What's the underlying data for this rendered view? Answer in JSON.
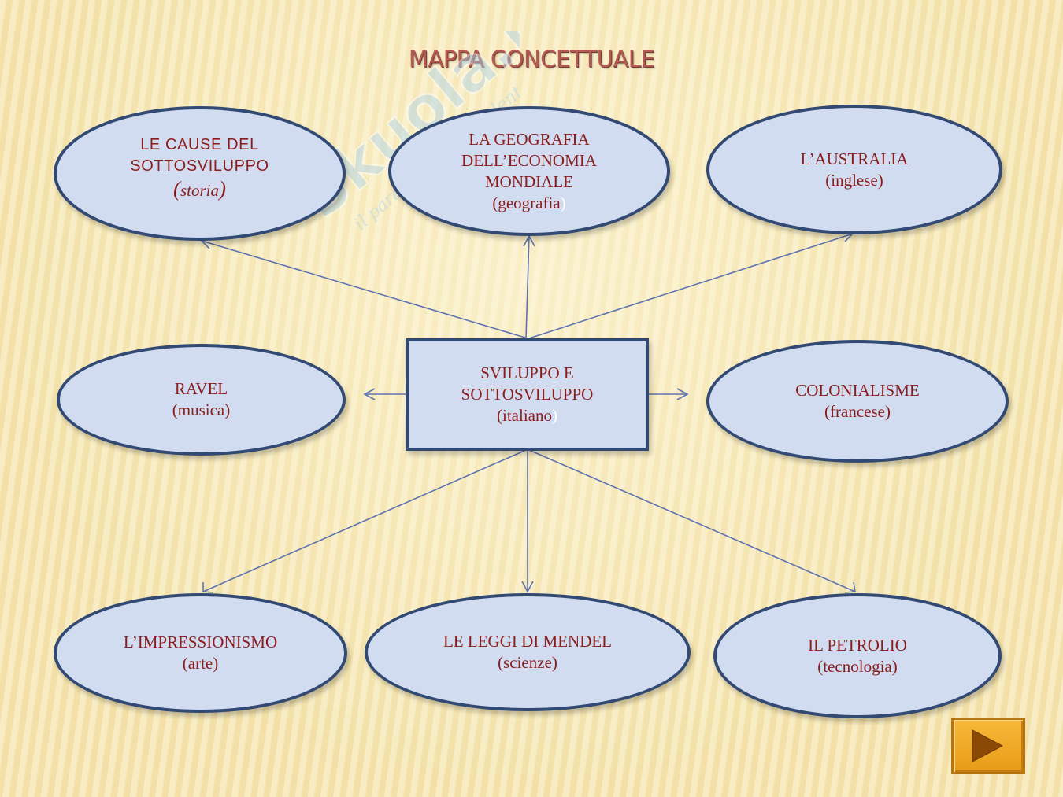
{
  "title": "MAPPA CONCETTUALE",
  "watermark": {
    "brand": "Skuola.net",
    "tagline": "il paradiso dello studente"
  },
  "center": {
    "line1": "SVILUPPO E",
    "line2": "SOTTOSVILUPPO",
    "subject": "(italiano",
    "close": ")"
  },
  "nodes": {
    "cause": {
      "line1": "LE CAUSE DEL",
      "line2": "SOTTOSVILUPPO",
      "open": "(",
      "subject": "storia",
      "close": ")"
    },
    "geografia": {
      "line1": "LA GEOGRAFIA",
      "line2": "DELL’ECONOMIA",
      "line3": "MONDIALE",
      "subject": "(geografia",
      "close": ")"
    },
    "australia": {
      "line1": "L’AUSTRALIA",
      "subject": "(inglese)"
    },
    "ravel": {
      "line1": "RAVEL",
      "subject": "(musica)"
    },
    "colonialisme": {
      "line1": "COLONIALISME",
      "subject": "(francese)"
    },
    "impressionismo": {
      "line1": "L’IMPRESSIONISMO",
      "subject": "(arte)"
    },
    "mendel": {
      "line1": "LE LEGGI DI MENDEL",
      "subject": "(scienze)"
    },
    "petrolio": {
      "line1": "IL PETROLIO",
      "subject": "(tecnologia)"
    }
  },
  "colors": {
    "node_fill": "#d1dcf0",
    "node_border": "#324a73",
    "node_text": "#8b1c1c",
    "connector": "#5f72b0",
    "title": "#b25a52",
    "play_button": "#f0a526"
  },
  "play_button_icon": "play-icon"
}
